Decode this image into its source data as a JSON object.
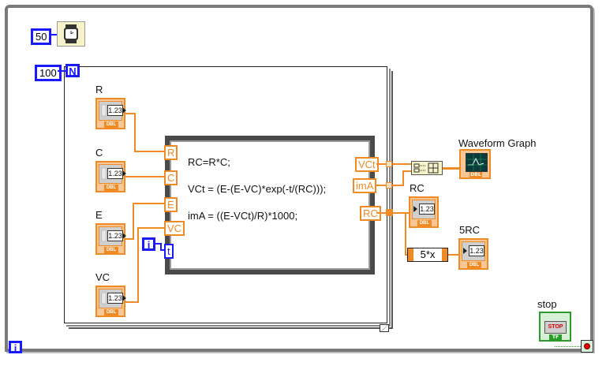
{
  "diagram": {
    "wait_constant": "50",
    "wait_function_icon": "wait-ms-icon",
    "loop_count_constant": "100",
    "for_loop_count_terminal": "N",
    "for_loop_iteration_terminal": "i",
    "while_loop_iteration_terminal": "i",
    "controls": [
      {
        "label": "R",
        "value": "1.23",
        "type": "DBL"
      },
      {
        "label": "C",
        "value": "1.23",
        "type": "DBL"
      },
      {
        "label": "E",
        "value": "1.23",
        "type": "DBL"
      },
      {
        "label": "VC",
        "value": "1.23",
        "type": "DBL"
      }
    ],
    "formula_node": {
      "inputs": [
        "R",
        "C",
        "E",
        "VC",
        "t"
      ],
      "outputs": [
        "VCt",
        "imA",
        "RC"
      ],
      "lines": [
        "RC=R*C;",
        "VCt = (E-(E-VC)*exp(-t/(RC)));",
        "imA = ((E-VCt)/R)*1000;"
      ]
    },
    "indicators": [
      {
        "label": "Waveform Graph",
        "type": "DBL"
      },
      {
        "label": "RC",
        "value": "1.23",
        "type": "DBL"
      },
      {
        "label": "5RC",
        "value": "1.23",
        "type": "DBL"
      }
    ],
    "expression_node": "5*x",
    "build_array_icon": "build-array-icon",
    "stop_control": {
      "label": "stop",
      "button_text": "STOP",
      "type": "TF"
    },
    "colors": {
      "dbl_wire": "#f08a24",
      "int_wire": "#1a1aff",
      "bool_wire": "#2a9a2a",
      "frame": "#7a7a7a"
    }
  }
}
